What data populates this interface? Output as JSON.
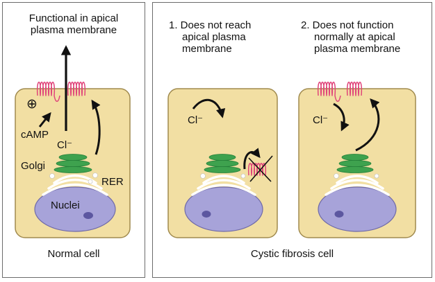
{
  "normal_panel": {
    "title_line1": "Functional in apical",
    "title_line2": "plasma membrane",
    "plus_symbol": "⊕",
    "camp_label": "cAMP",
    "cl_label": "Cl⁻",
    "golgi_label": "Golgi",
    "rer_label": "RER",
    "nuclei_label": "Nuclei",
    "caption": "Normal cell"
  },
  "cf_panel": {
    "item1_line1": "1. Does not reach",
    "item1_line2": "apical plasma",
    "item1_line3": "membrane",
    "item2_line1": "2. Does not function",
    "item2_line2": "normally at apical",
    "item2_line3": "plasma membrane",
    "cl_label_1": "Cl⁻",
    "cl_label_2": "Cl⁻",
    "caption": "Cystic fibrosis cell"
  },
  "colors": {
    "cell_fill": "#f2dfa3",
    "cell_stroke": "#a08a4e",
    "nucleus_fill": "#a7a3d9",
    "golgi_fill": "#3ea24e",
    "cftr_stroke": "#e0457a",
    "arrow": "#111111"
  }
}
